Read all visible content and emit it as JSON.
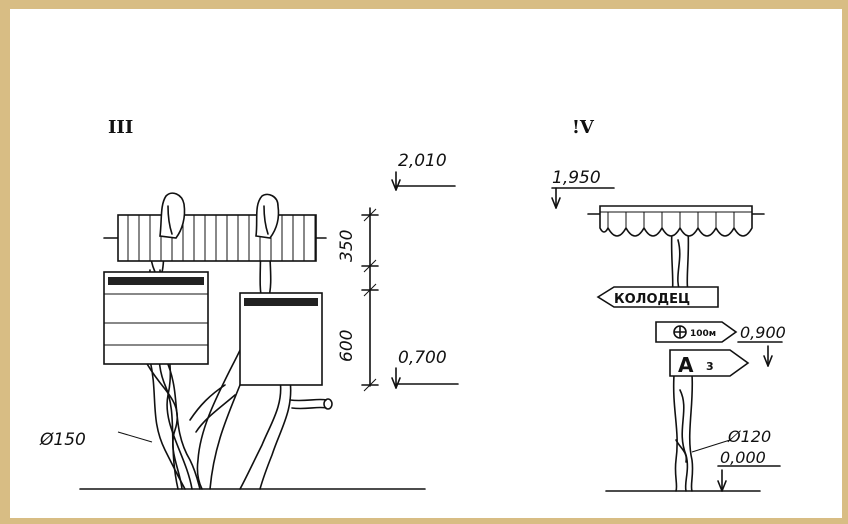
{
  "drawing_iii": {
    "title": "III",
    "elev_top": "2,010",
    "elev_mid": "0,700",
    "dim_upper": "350",
    "dim_lower": "600",
    "diameter": "Ø150"
  },
  "drawing_iv": {
    "title": "!V",
    "elev_top": "1,950",
    "elev_mid": "0,900",
    "elev_ground": "0,000",
    "diameter": "Ø120",
    "sign_top": "КОЛОДЕЦ",
    "sign_mid": "100м",
    "sign_bottom": "А",
    "sign_bottom_sub": "3"
  },
  "colors": {
    "border": "#d8bd84",
    "ink": "#111111",
    "paper": "#ffffff"
  }
}
